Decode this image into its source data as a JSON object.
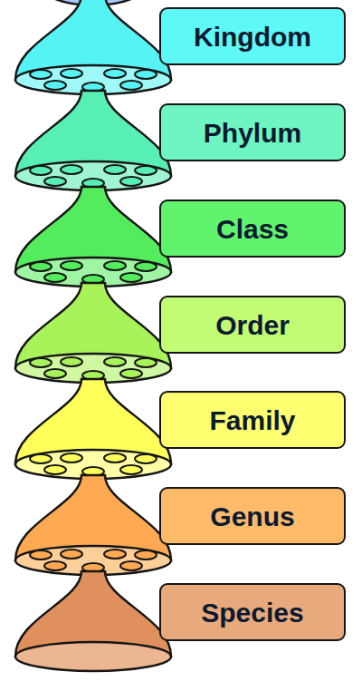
{
  "diagram": {
    "nodes": [
      {
        "text": [
          "Kingdom"
        ]
      },
      {
        "text": [
          "Phylum"
        ]
      },
      {
        "text": [
          "Class"
        ]
      },
      {
        "text": [
          "Order"
        ]
      },
      {
        "text": [
          "Family"
        ]
      },
      {
        "text": [
          "Genus"
        ]
      },
      {
        "text": [
          "Species"
        ]
      }
    ]
  }
}
